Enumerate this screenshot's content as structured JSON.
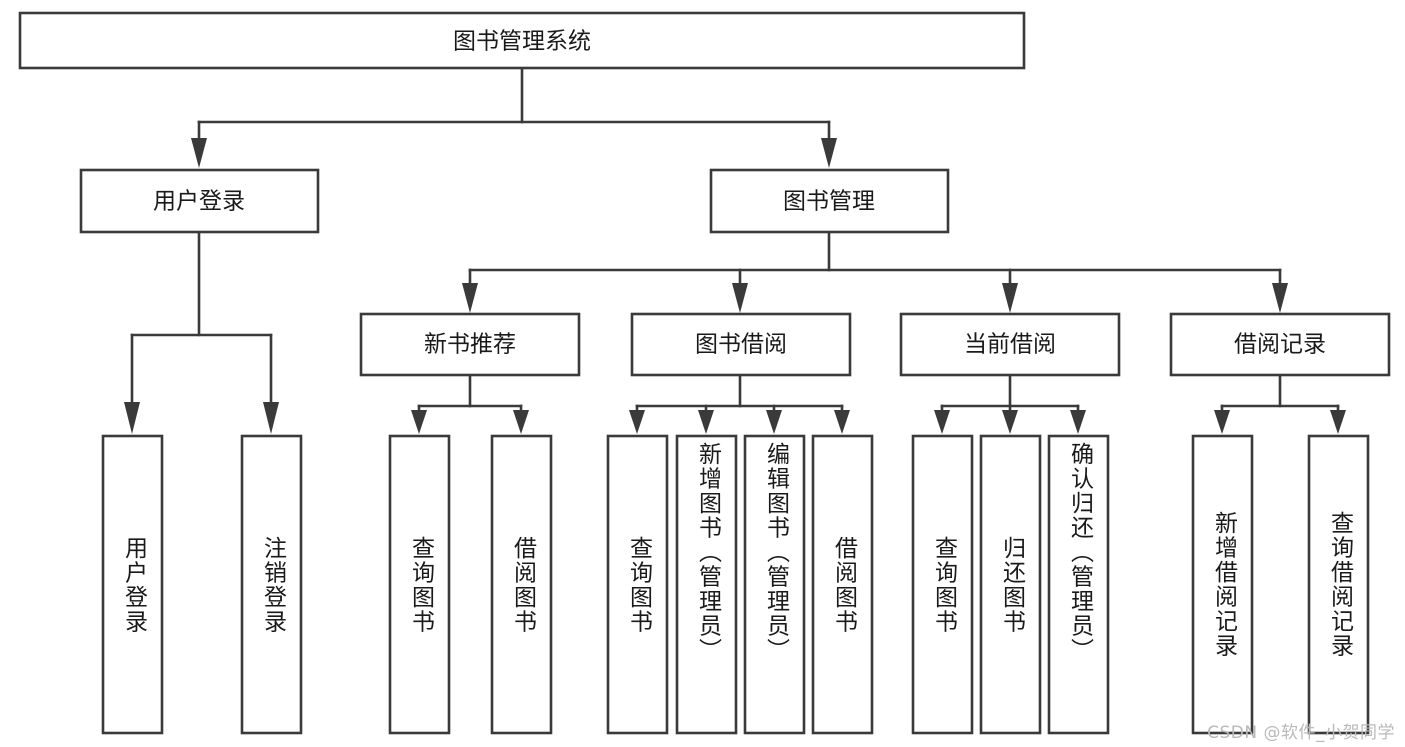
{
  "diagram": {
    "type": "tree-hierarchy-flowchart",
    "title": "图书管理系统",
    "root": {
      "id": "root",
      "label": "图书管理系统",
      "orientation": "horizontal"
    },
    "level1": [
      {
        "id": "user-login",
        "label": "用户登录",
        "orientation": "horizontal"
      },
      {
        "id": "book-manage",
        "label": "图书管理",
        "orientation": "horizontal"
      }
    ],
    "level2": [
      {
        "id": "new-book-recommend",
        "label": "新书推荐",
        "parent": "book-manage",
        "orientation": "horizontal"
      },
      {
        "id": "book-borrow",
        "label": "图书借阅",
        "parent": "book-manage",
        "orientation": "horizontal"
      },
      {
        "id": "current-borrow",
        "label": "当前借阅",
        "parent": "book-manage",
        "orientation": "horizontal"
      },
      {
        "id": "borrow-record",
        "label": "借阅记录",
        "parent": "book-manage",
        "orientation": "horizontal"
      }
    ],
    "leaves": [
      {
        "id": "leaf-user-login",
        "label": "用户登录",
        "parent": "user-login",
        "orientation": "vertical"
      },
      {
        "id": "leaf-logout-login",
        "label": "注销登录",
        "parent": "user-login",
        "orientation": "vertical"
      },
      {
        "id": "leaf-query-book-1",
        "label": "查询图书",
        "parent": "new-book-recommend",
        "orientation": "vertical"
      },
      {
        "id": "leaf-borrow-book-1",
        "label": "借阅图书",
        "parent": "new-book-recommend",
        "orientation": "vertical"
      },
      {
        "id": "leaf-query-book-2",
        "label": "查询图书",
        "parent": "book-borrow",
        "orientation": "vertical"
      },
      {
        "id": "leaf-add-book-admin",
        "label": "新增图书（管理员）",
        "parent": "book-borrow",
        "orientation": "vertical"
      },
      {
        "id": "leaf-edit-book-admin",
        "label": "编辑图书（管理员）",
        "parent": "book-borrow",
        "orientation": "vertical"
      },
      {
        "id": "leaf-borrow-book-2",
        "label": "借阅图书",
        "parent": "book-borrow",
        "orientation": "vertical"
      },
      {
        "id": "leaf-query-book-3",
        "label": "查询图书",
        "parent": "current-borrow",
        "orientation": "vertical"
      },
      {
        "id": "leaf-return-book",
        "label": "归还图书",
        "parent": "current-borrow",
        "orientation": "vertical"
      },
      {
        "id": "leaf-confirm-return-admin",
        "label": "确认归还（管理员）",
        "parent": "current-borrow",
        "orientation": "vertical"
      },
      {
        "id": "leaf-add-borrow-record",
        "label": "新增借阅记录",
        "parent": "borrow-record",
        "orientation": "vertical"
      },
      {
        "id": "leaf-query-borrow-record",
        "label": "查询借阅记录",
        "parent": "borrow-record",
        "orientation": "vertical"
      }
    ],
    "watermark": "CSDN @软件_小贺同学",
    "colors": {
      "stroke": "#3a3a3a",
      "fill": "#ffffff",
      "text": "#1a1a1a",
      "watermark": "#b9b9b9"
    }
  }
}
